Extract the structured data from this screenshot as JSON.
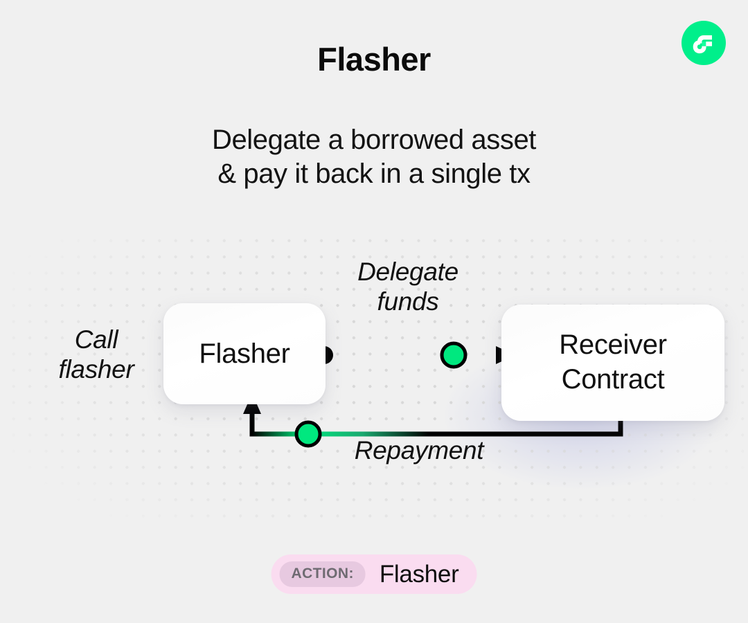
{
  "header": {
    "title": "Flasher",
    "subtitle_line1": "Delegate a borrowed asset",
    "subtitle_line2": "& pay it back in a single tx",
    "logo_name": "flow-logo"
  },
  "diagram": {
    "nodes": {
      "flasher": {
        "label": "Flasher"
      },
      "receiver": {
        "label_line1": "Receiver",
        "label_line2": "Contract"
      }
    },
    "labels": {
      "call_line1": "Call",
      "call_line2": "flasher",
      "delegate_line1": "Delegate",
      "delegate_line2": "funds",
      "repayment": "Repayment"
    },
    "colors": {
      "accent_green": "#00e87f",
      "wire": "#000000",
      "background": "#f0f0f0",
      "glow": "#cdcfe8"
    }
  },
  "badge": {
    "chip_label": "ACTION:",
    "value": "Flasher",
    "background": "#fadcf0",
    "chip_background": "#e7c9e0"
  }
}
